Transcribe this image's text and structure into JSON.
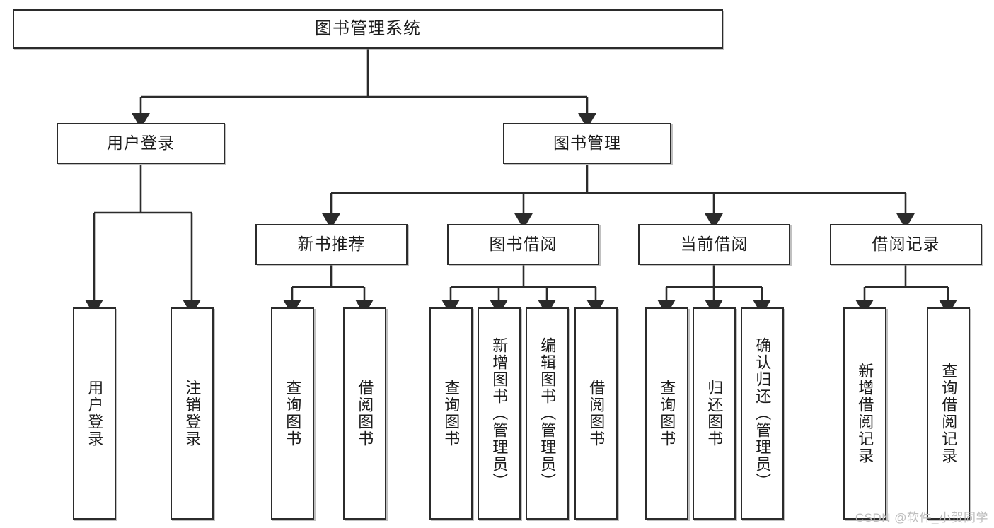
{
  "diagram": {
    "title": "图书管理系统",
    "type": "hierarchy-tree",
    "watermark": "CSDN @软件_小贺同学",
    "colors": {
      "background": "#ffffff",
      "stroke": "#2b2b2b",
      "text": "#1c1c1c",
      "watermark": "#bdbdbd",
      "shadow": "#8c8c8c"
    },
    "levels": [
      {
        "level": 0,
        "nodes": [
          {
            "id": "root",
            "label": "图书管理系统",
            "orientation": "horizontal"
          }
        ]
      },
      {
        "level": 1,
        "nodes": [
          {
            "id": "login",
            "label": "用户登录",
            "orientation": "horizontal",
            "parent": "root"
          },
          {
            "id": "bookmgmt",
            "label": "图书管理",
            "orientation": "horizontal",
            "parent": "root"
          }
        ]
      },
      {
        "level": 2,
        "nodes": [
          {
            "id": "newbook",
            "label": "新书推荐",
            "orientation": "horizontal",
            "parent": "bookmgmt"
          },
          {
            "id": "borrow",
            "label": "图书借阅",
            "orientation": "horizontal",
            "parent": "bookmgmt"
          },
          {
            "id": "current",
            "label": "当前借阅",
            "orientation": "horizontal",
            "parent": "bookmgmt"
          },
          {
            "id": "records",
            "label": "借阅记录",
            "orientation": "horizontal",
            "parent": "bookmgmt"
          }
        ]
      },
      {
        "level": 3,
        "nodes": [
          {
            "id": "leaf-user-login",
            "label": "用户登录",
            "orientation": "vertical",
            "parent": "login"
          },
          {
            "id": "leaf-user-logout",
            "label": "注销登录",
            "orientation": "vertical",
            "parent": "login"
          },
          {
            "id": "leaf-query-book-1",
            "label": "查询图书",
            "orientation": "vertical",
            "parent": "newbook"
          },
          {
            "id": "leaf-borrow-book-1",
            "label": "借阅图书",
            "orientation": "vertical",
            "parent": "newbook"
          },
          {
            "id": "leaf-query-book-2",
            "label": "查询图书",
            "orientation": "vertical",
            "parent": "borrow"
          },
          {
            "id": "leaf-add-book",
            "label": "新增图书（管理员）",
            "orientation": "vertical",
            "parent": "borrow"
          },
          {
            "id": "leaf-edit-book",
            "label": "编辑图书（管理员）",
            "orientation": "vertical",
            "parent": "borrow"
          },
          {
            "id": "leaf-borrow-book-2",
            "label": "借阅图书",
            "orientation": "vertical",
            "parent": "borrow"
          },
          {
            "id": "leaf-query-book-3",
            "label": "查询图书",
            "orientation": "vertical",
            "parent": "current"
          },
          {
            "id": "leaf-return-book",
            "label": "归还图书",
            "orientation": "vertical",
            "parent": "current"
          },
          {
            "id": "leaf-confirm-return",
            "label": "确认归还（管理员）",
            "orientation": "vertical",
            "parent": "current"
          },
          {
            "id": "leaf-add-record",
            "label": "新增借阅记录",
            "orientation": "vertical",
            "parent": "records"
          },
          {
            "id": "leaf-query-record",
            "label": "查询借阅记录",
            "orientation": "vertical",
            "parent": "records"
          }
        ]
      }
    ]
  }
}
